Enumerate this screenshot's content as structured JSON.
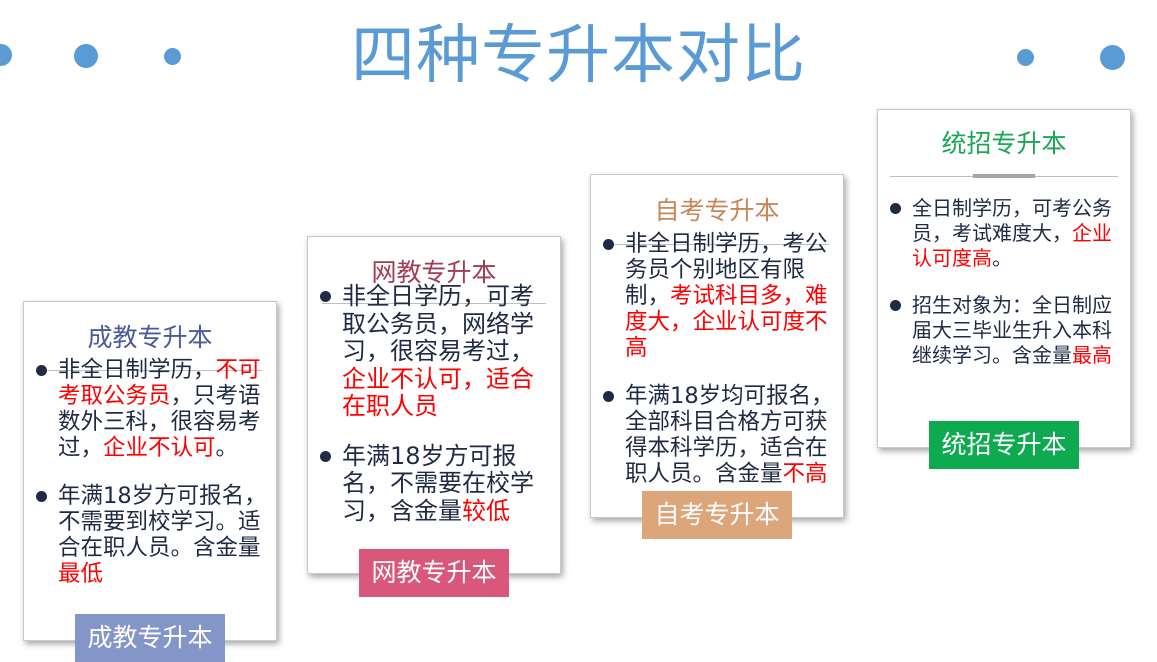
{
  "title": "四种专升本对比",
  "colors": {
    "title": "#5b9bd5",
    "dots": "#5b9bd5",
    "highlight": "#ff0000",
    "body_text": "#1f2a44"
  },
  "cards": [
    {
      "heading": "成教专升本",
      "heading_color": "#4a5a9a",
      "tag_label": "成教专升本",
      "tag_color": "#8496c8",
      "points": [
        [
          {
            "t": "非全日制学历，"
          },
          {
            "t": "不可考取公务员",
            "hl": true
          },
          {
            "t": "，只考语数外三科，很容易考过，"
          },
          {
            "t": "企业不认可",
            "hl": true
          },
          {
            "t": "。"
          }
        ],
        [
          {
            "t": "年满18岁方可报名，不需要到校学习。适合在职人员。含金量"
          },
          {
            "t": "最低",
            "hl": true
          }
        ]
      ]
    },
    {
      "heading": "网教专升本",
      "heading_color": "#a23c56",
      "tag_label": "网教专升本",
      "tag_color": "#d9577a",
      "points": [
        [
          {
            "t": "非全日学历，可考取公务员，网络学习，很容易考过，"
          },
          {
            "t": "企业不认可，适合在职人员",
            "hl": true
          }
        ],
        [
          {
            "t": "年满18岁方可报名，不需要在校学习，含金量"
          },
          {
            "t": "较低",
            "hl": true
          }
        ]
      ]
    },
    {
      "heading": "自考专升本",
      "heading_color": "#c8865a",
      "tag_label": "自考专升本",
      "tag_color": "#dca57a",
      "points": [
        [
          {
            "t": "非全日制学历，考公务员个别地区有限制，"
          },
          {
            "t": "考试科目多，难度大，企业认可度不高",
            "hl": true
          }
        ],
        [
          {
            "t": "年满18岁均可报名，全部科目合格方可获得本科学历，适合在职人员。含金量"
          },
          {
            "t": "不高",
            "hl": true
          }
        ]
      ]
    },
    {
      "heading": "统招专升本",
      "heading_color": "#1aa654",
      "tag_label": "统招专升本",
      "tag_color": "#0daa50",
      "points": [
        [
          {
            "t": "全日制学历，可考公务员，考试难度大，"
          },
          {
            "t": "企业认可度高",
            "hl": true
          },
          {
            "t": "。"
          }
        ],
        [
          {
            "t": "招生对象为：全日制应届大三毕业生升入本科继续学习。含金量"
          },
          {
            "t": "最高",
            "hl": true
          }
        ]
      ]
    }
  ]
}
